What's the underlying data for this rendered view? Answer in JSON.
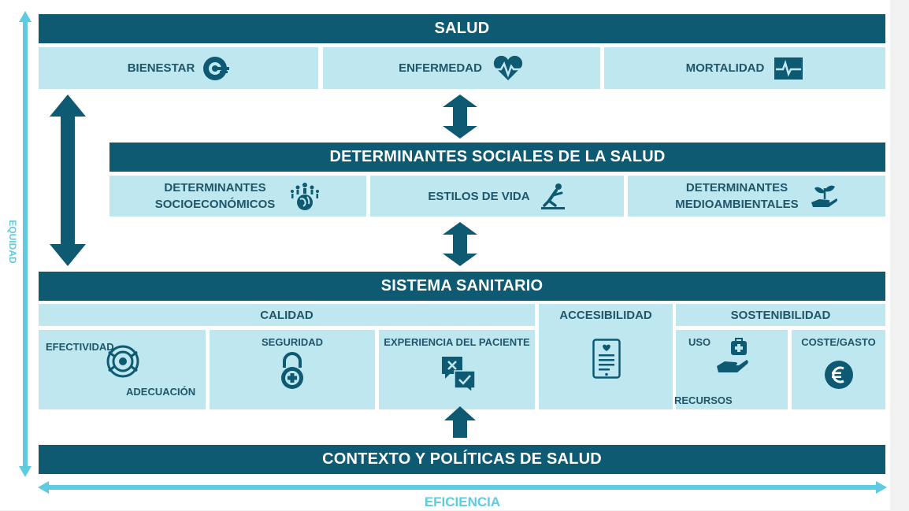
{
  "salud": {
    "title": "SALUD",
    "items": [
      "BIENESTAR",
      "ENFERMEDAD",
      "MORTALIDAD"
    ]
  },
  "determinantes": {
    "title": "DETERMINANTES SOCIALES DE LA SALUD",
    "socio_line1": "DETERMINANTES",
    "socio_line2": "SOCIOECONÓMICOS",
    "estilos": "ESTILOS DE VIDA",
    "medio_line1": "DETERMINANTES",
    "medio_line2": "MEDIOAMBIENTALES"
  },
  "sistema": {
    "title": "SISTEMA SANITARIO",
    "calidad": "CALIDAD",
    "accesibilidad": "ACCESIBILIDAD",
    "sostenibilidad": "SOSTENIBILIDAD",
    "efectividad": "EFECTIVIDAD",
    "adecuacion": "ADECUACIÓN",
    "seguridad": "SEGURIDAD",
    "experiencia": "EXPERIENCIA DEL PACIENTE",
    "uso": "USO",
    "recursos": "RECURSOS",
    "coste": "COSTE/GASTO"
  },
  "contexto": {
    "title": "CONTEXTO Y POLÍTICAS DE SALUD"
  },
  "axes": {
    "vertical": "EQUIDAD",
    "horizontal": "EFICIENCIA"
  },
  "icons": {
    "bienestar": "wellbeing-head-icon",
    "enfermedad": "heart-pulse-icon",
    "mortalidad": "ecg-flatline-icon",
    "socio": "people-globe-icon",
    "estilos": "exercise-figure-icon",
    "medio": "hand-plant-icon",
    "efectividad": "target-icon",
    "seguridad": "padlock-icon",
    "experiencia": "chat-bubbles-icon",
    "accesibilidad": "tablet-document-icon",
    "uso": "hand-medkit-icon",
    "coste": "euro-coin-icon"
  },
  "colors": {
    "dark": "#0e5a73",
    "light": "#bfe7ef",
    "text": "#20566a",
    "axis": "#5fcbe0"
  }
}
